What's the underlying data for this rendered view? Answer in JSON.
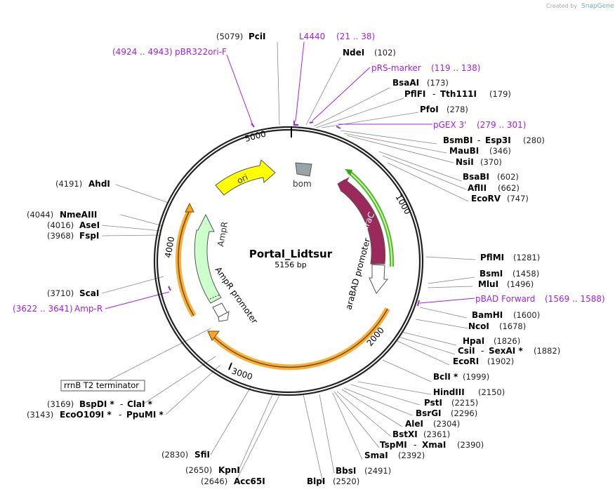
{
  "watermark": {
    "created_by": "Created by",
    "brand": "SnapGene"
  },
  "plasmid": {
    "name": "Portal_Lidtsur",
    "length": "5156 bp"
  },
  "ticks": [
    "1000",
    "2000",
    "3000",
    "4000",
    "5000"
  ],
  "features": {
    "ori": "ori",
    "bom": "bom",
    "araC": "araC",
    "araBAD": "araBAD promoter",
    "ampR": "AmpR",
    "ampR_promoter": "AmpR promoter",
    "rrnB": "rrnB T2 terminator"
  },
  "sites": [
    {
      "pos": "(5079)",
      "name": "PciI"
    },
    {
      "name": "NdeI",
      "pos": "(102)"
    },
    {
      "name": "BsaAI",
      "pos": "(173)"
    },
    {
      "name": "PflFI",
      "sep": "-",
      "name2": "Tth111I",
      "pos": "(179)"
    },
    {
      "name": "PfoI",
      "pos": "(278)"
    },
    {
      "name": "BsmBI",
      "sep": "-",
      "name2": "Esp3I",
      "pos": "(280)"
    },
    {
      "name": "MauBI",
      "pos": "(346)"
    },
    {
      "name": "NsiI",
      "pos": "(370)"
    },
    {
      "name": "BsaBI",
      "pos": "(602)"
    },
    {
      "name": "AflII",
      "pos": "(662)"
    },
    {
      "name": "EcoRV",
      "pos": "(747)"
    },
    {
      "name": "PflMI",
      "pos": "(1281)"
    },
    {
      "name": "BsmI",
      "pos": "(1458)"
    },
    {
      "name": "MluI",
      "pos": "(1496)"
    },
    {
      "name": "BamHI",
      "pos": "(1600)"
    },
    {
      "name": "NcoI",
      "pos": "(1678)"
    },
    {
      "name": "HpaI",
      "pos": "(1826)"
    },
    {
      "name": "CsiI",
      "sep": "-",
      "name2": "SexAI *",
      "pos": "(1882)"
    },
    {
      "name": "EcoRI",
      "pos": "(1902)"
    },
    {
      "name": "BclI *",
      "pos": "(1999)"
    },
    {
      "name": "HindIII",
      "pos": "(2150)"
    },
    {
      "name": "PstI",
      "pos": "(2215)"
    },
    {
      "name": "BsrGI",
      "pos": "(2296)"
    },
    {
      "name": "AleI",
      "pos": "(2304)"
    },
    {
      "name": "BstXI",
      "pos": "(2361)"
    },
    {
      "name": "TspMI",
      "sep": "-",
      "name2": "XmaI",
      "pos": "(2390)"
    },
    {
      "name": "SmaI",
      "pos": "(2392)"
    },
    {
      "name": "BbsI",
      "pos": "(2491)"
    },
    {
      "name": "BlpI",
      "pos": "(2520)"
    },
    {
      "pos": "(2830)",
      "name": "SfiI"
    },
    {
      "pos": "(2650)",
      "name": "KpnI"
    },
    {
      "pos": "(2646)",
      "name": "Acc65I"
    },
    {
      "pos": "(3169)",
      "name": "BspDI *",
      "sep": "-",
      "name2": "ClaI *"
    },
    {
      "pos": "(3143)",
      "name": "EcoO109I *",
      "sep": "-",
      "name2": "PpuMI *"
    },
    {
      "pos": "(3710)",
      "name": "ScaI"
    },
    {
      "pos": "(3968)",
      "name": "FspI"
    },
    {
      "pos": "(4016)",
      "name": "AseI"
    },
    {
      "pos": "(4044)",
      "name": "NmeAIII"
    },
    {
      "pos": "(4191)",
      "name": "AhdI"
    }
  ],
  "primers": [
    {
      "name": "L4440",
      "range": "(21 .. 38)"
    },
    {
      "range": "(4924 .. 4943)",
      "name": "pBR322ori-F"
    },
    {
      "name": "pRS-marker",
      "range": "(119 .. 138)"
    },
    {
      "name": "pGEX 3'",
      "range": "(279 .. 301)"
    },
    {
      "name": "pBAD Forward",
      "range": "(1569 .. 1588)"
    },
    {
      "range": "(3622 .. 3641)",
      "name": "Amp-R"
    }
  ],
  "colors": {
    "ori": "#ffff00",
    "araC": "#9b2a5c",
    "ampR": "#ccffcc",
    "orange": "#f5a623",
    "green": "#33aa11",
    "primer": "#a020f0",
    "bom": "#9aa3a8"
  }
}
